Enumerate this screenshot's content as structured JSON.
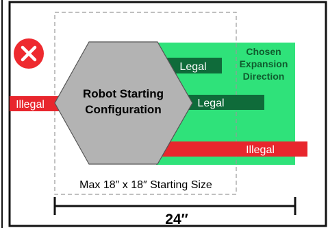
{
  "labels": {
    "robot_line1": "Robot Starting",
    "robot_line2": "Configuration",
    "legal_top": "Legal",
    "legal_mid": "Legal",
    "illegal_left": "Illegal",
    "illegal_right": "Illegal",
    "direction_line1": "Chosen",
    "direction_line2": "Expansion",
    "direction_line3": "Direction",
    "max_size": "Max 18″ x 18″ Starting Size",
    "dimension": "24″"
  },
  "icons": {
    "status": "close-icon"
  },
  "colors": {
    "expansion_zone": "#2fe27a",
    "legal_bar": "#0f6b3a",
    "illegal_bar": "#e8262d",
    "robot": "#b3b3b3",
    "status_icon": "#ee2a2f",
    "frame": "#111111",
    "dashed": "#9a9a9a",
    "direction_text": "#0f5c2e"
  }
}
